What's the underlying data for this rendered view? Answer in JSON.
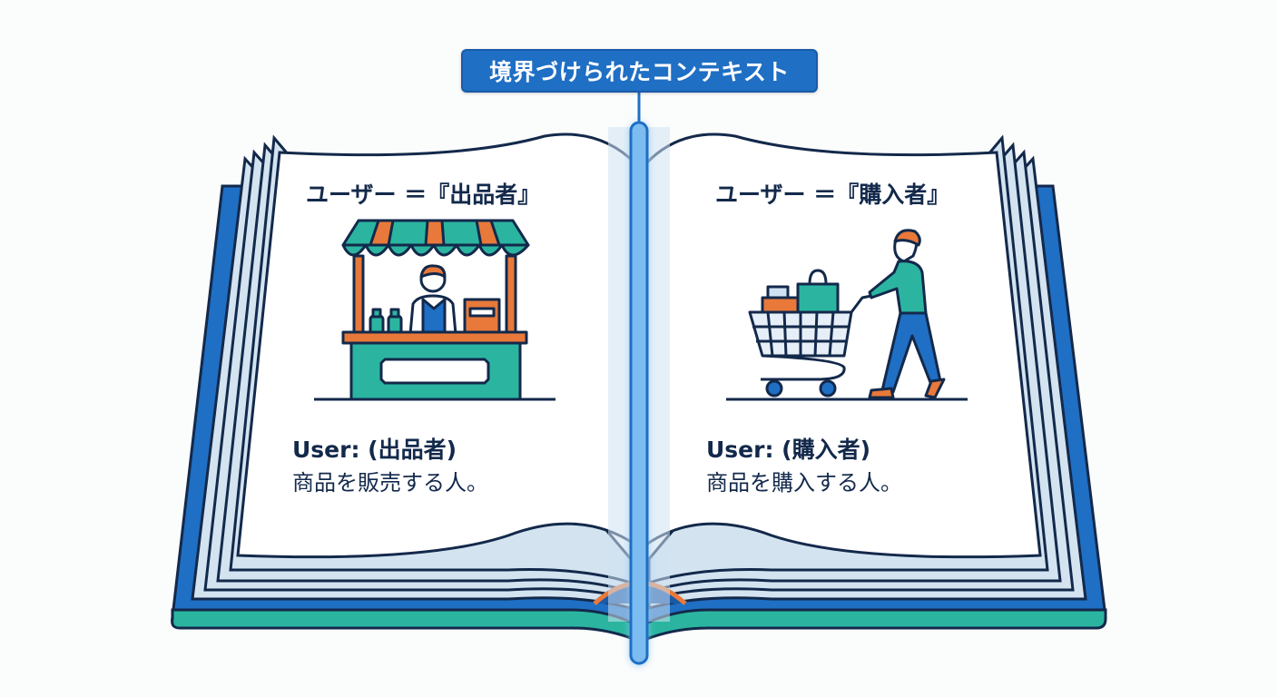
{
  "boundary_label": "境界づけられたコンテキスト",
  "left_page": {
    "heading": "ユーザー ＝『出品者』",
    "illustration": "market-stall-seller-icon",
    "user_line": "User: (出品者)",
    "description": "商品を販売する人。"
  },
  "right_page": {
    "heading": "ユーザー ＝『購入者』",
    "illustration": "shopping-cart-buyer-icon",
    "user_line": "User: (購入者)",
    "description": "商品を購入する人。"
  },
  "colors": {
    "accent_blue": "#1f6fc4",
    "dark_navy": "#13294b",
    "teal": "#2bb5a0",
    "orange": "#e8793a",
    "page_edge": "#d3e3f0",
    "divider_glow": "#8cc8f5"
  }
}
